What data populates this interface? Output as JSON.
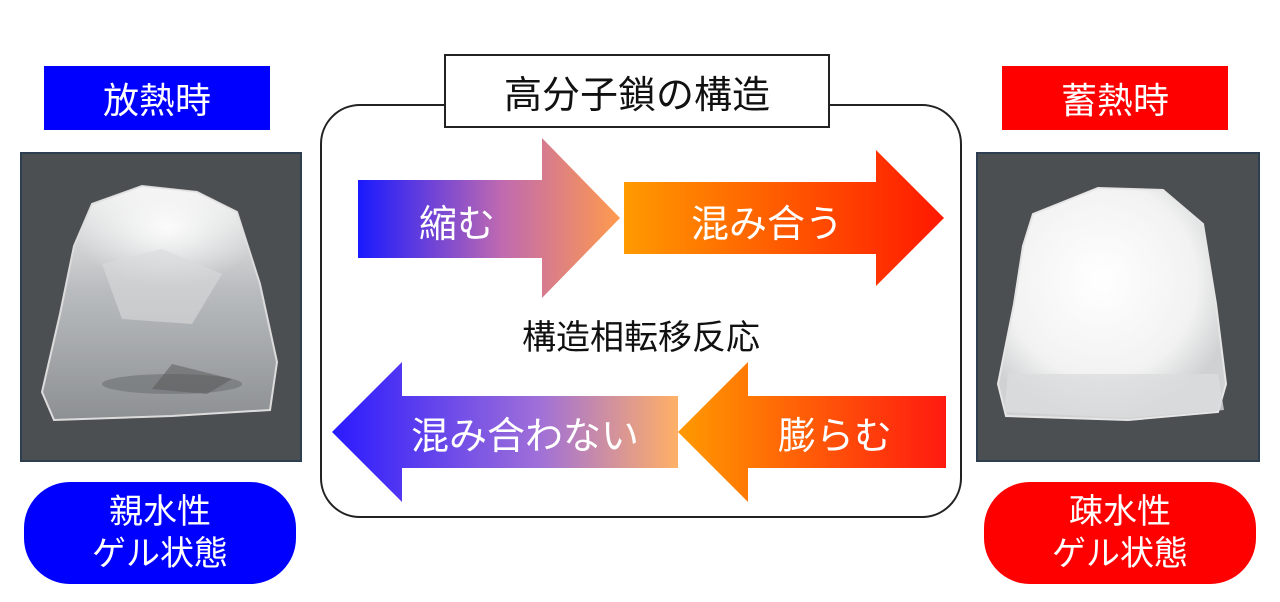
{
  "left": {
    "label": "放熱時",
    "state_line1": "親水性",
    "state_line2": "ゲル状態",
    "color": "#0000ff"
  },
  "right": {
    "label": "蓄熱時",
    "state_line1": "疎水性",
    "state_line2": "ゲル状態",
    "color": "#ff0000"
  },
  "center": {
    "title": "高分子鎖の構造",
    "reaction": "構造相転移反応",
    "arrows": {
      "shrink": "縮む",
      "mix": "混み合う",
      "expand": "膨らむ",
      "unmix": "混み合わない"
    }
  }
}
